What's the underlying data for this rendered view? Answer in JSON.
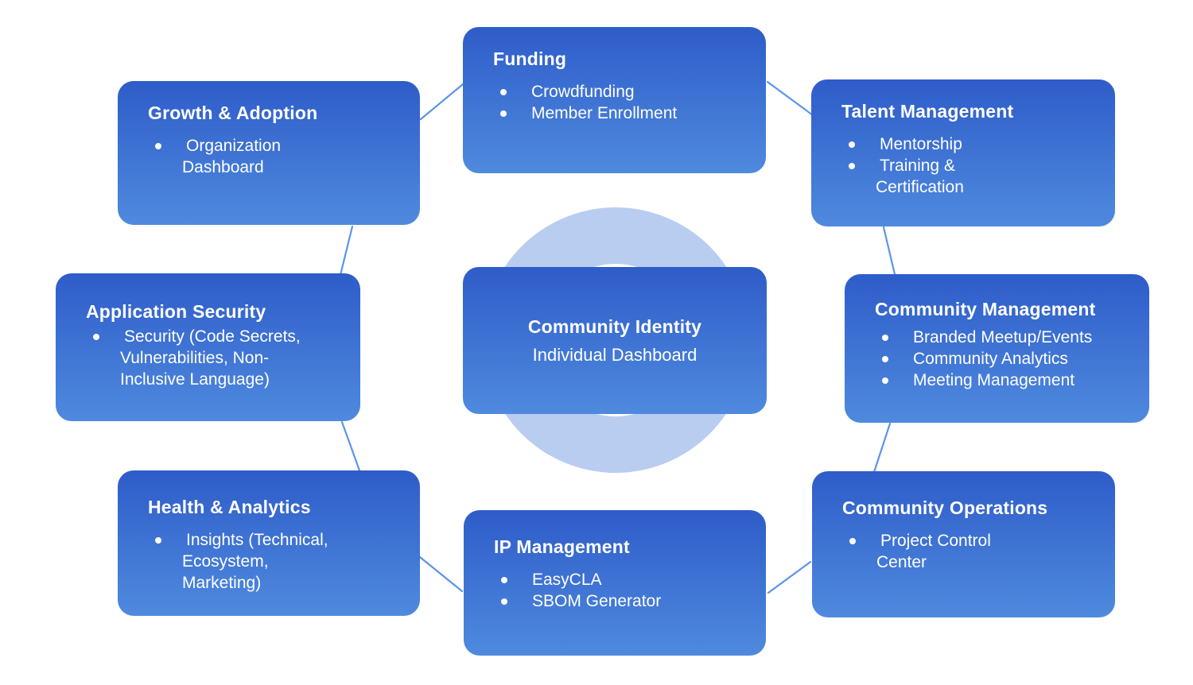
{
  "colors": {
    "box_gradient_top": "#2e5cc9",
    "box_gradient_bottom": "#4f8ade",
    "ring": "#b9cdf0",
    "ring_hole": "#ffffff",
    "connector": "#5b94e8",
    "text": "#ffffff",
    "background": "#ffffff"
  },
  "center": {
    "title": "Community Identity",
    "subtitle": "Individual Dashboard"
  },
  "nodes": {
    "growth": {
      "title": "Growth & Adoption",
      "items": [
        "Organization\nDashboard"
      ]
    },
    "funding": {
      "title": "Funding",
      "items": [
        "Crowdfunding",
        "Member Enrollment"
      ]
    },
    "talent": {
      "title": "Talent Management",
      "items": [
        "Mentorship",
        "Training &\nCertification"
      ]
    },
    "appsec": {
      "title": "Application Security",
      "items": [
        "Security (Code Secrets,\nVulnerabilities, Non-\nInclusive Language)"
      ]
    },
    "commmgmt": {
      "title": "Community Management",
      "items": [
        "Branded Meetup/Events",
        "Community Analytics",
        "Meeting Management"
      ]
    },
    "health": {
      "title": "Health & Analytics",
      "items": [
        "Insights (Technical,\nEcosystem,\nMarketing)"
      ]
    },
    "ip": {
      "title": "IP Management",
      "items": [
        "EasyCLA",
        "SBOM Generator"
      ]
    },
    "commops": {
      "title": "Community Operations",
      "items": [
        "Project Control\nCenter"
      ]
    }
  }
}
